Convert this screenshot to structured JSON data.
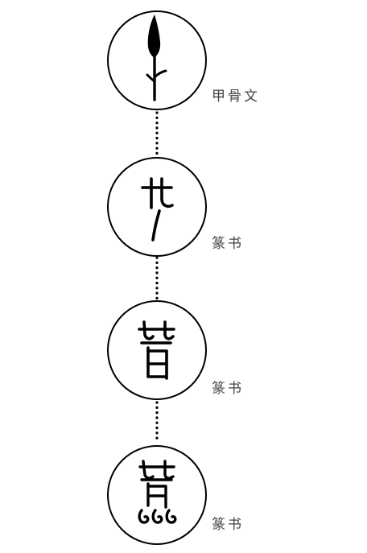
{
  "stages": [
    {
      "label": "甲骨文",
      "glyph": "oracle-bone-glyph-icon"
    },
    {
      "label": "篆书",
      "glyph": "seal-script-glyph-icon"
    },
    {
      "label": "篆书",
      "glyph": "seal-script-glyph-icon"
    },
    {
      "label": "篆书",
      "glyph": "seal-script-glyph-icon"
    }
  ],
  "colors": {
    "stroke": "#000000",
    "label": "#444444",
    "background": "#ffffff"
  }
}
